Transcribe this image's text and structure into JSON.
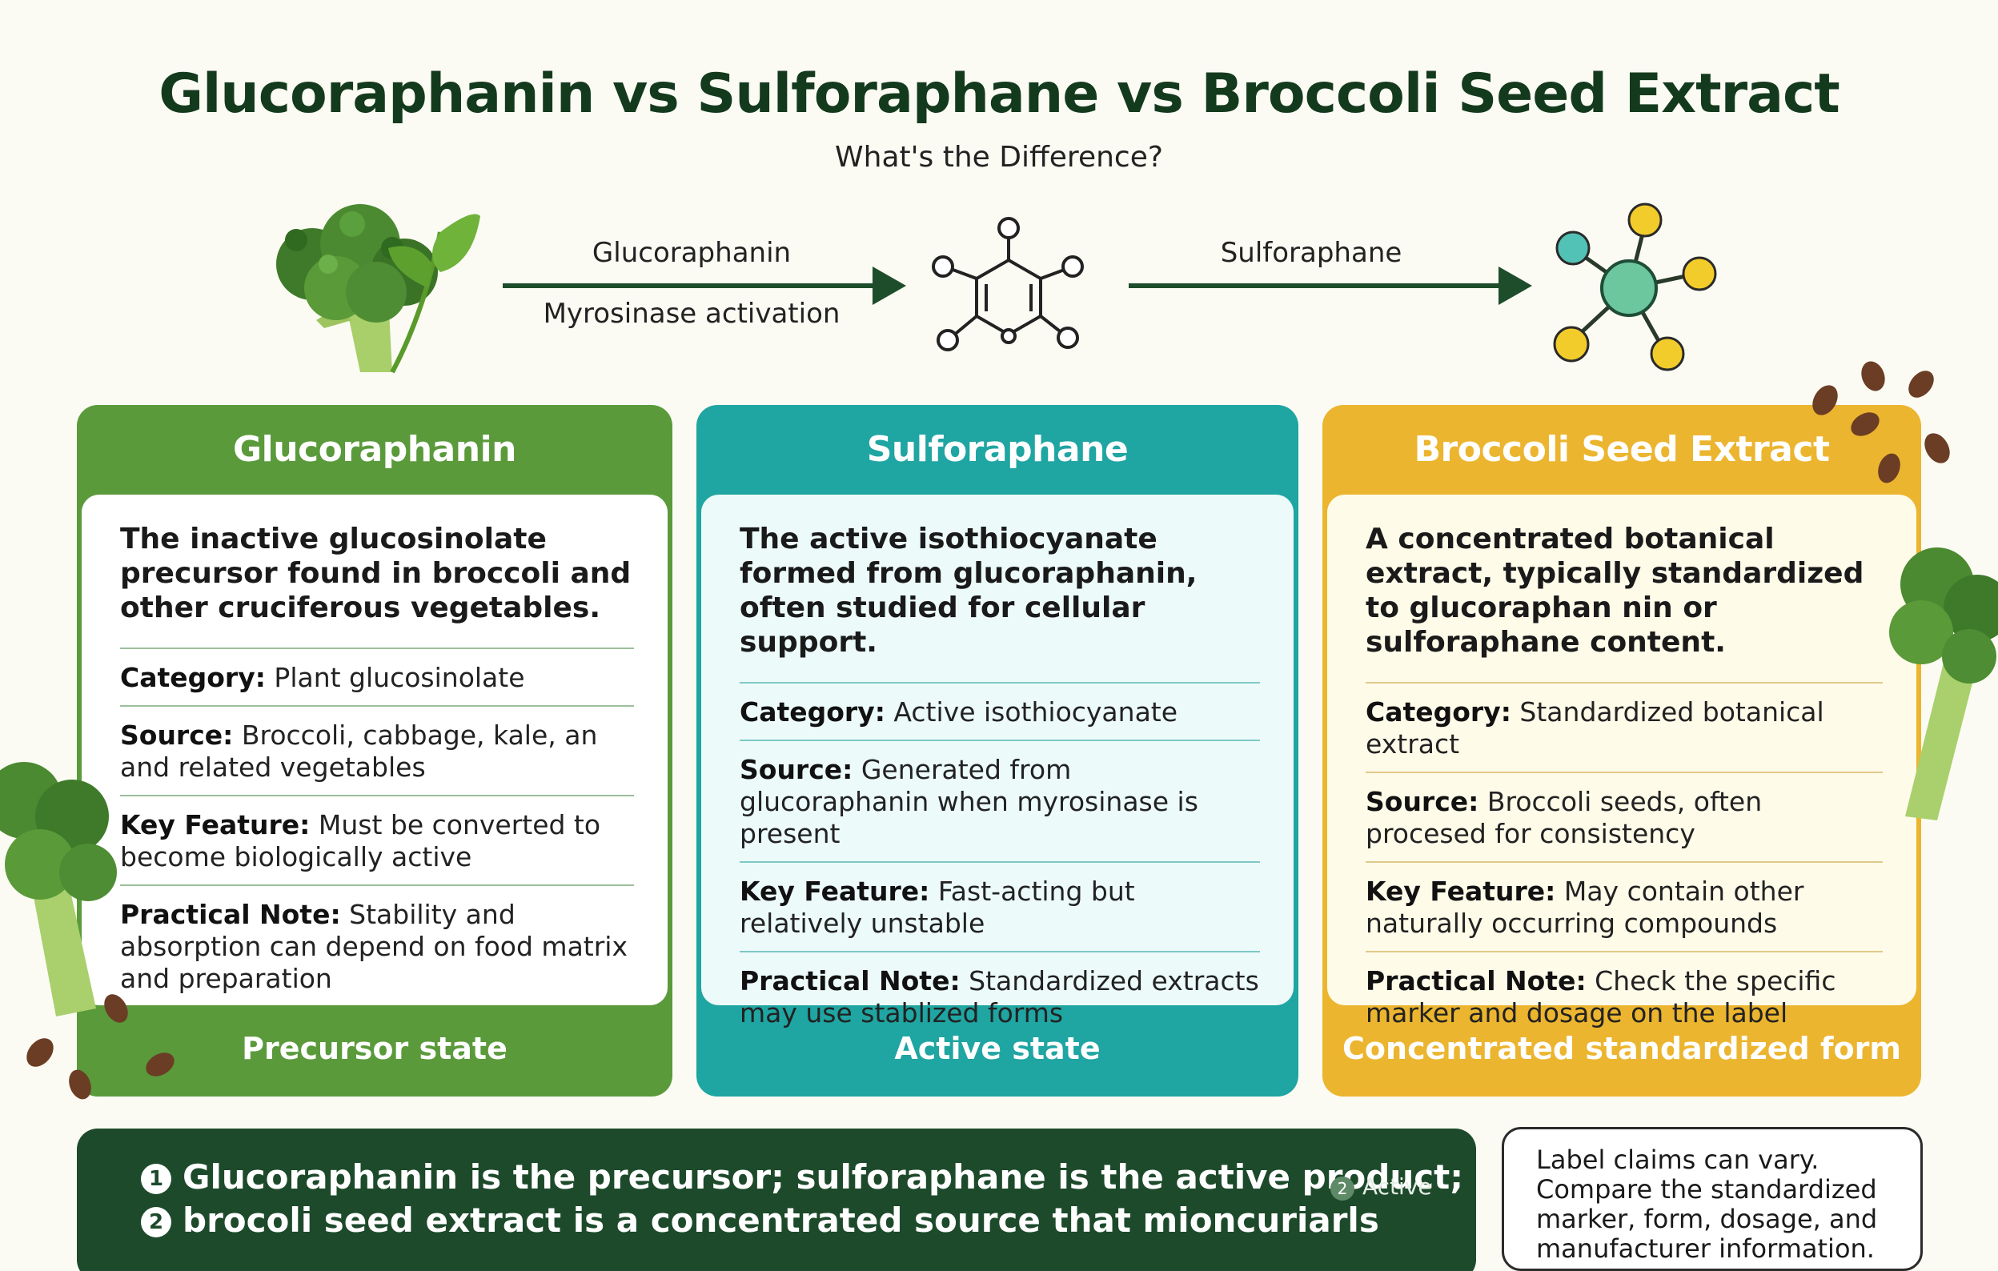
{
  "header": {
    "title": "Glucoraphanin vs Sulforaphane vs Broccoli Seed Extract",
    "subtitle": "What's the Difference?"
  },
  "flow": {
    "step1_label": "Glucoraphanin",
    "step1_sublabel": "Myrosinase activation",
    "step2_label": "Sulforaphane"
  },
  "cards": [
    {
      "title": "Glucoraphanin",
      "intro": "The inactive glucosinolate precursor found in broccoli and other cruciferous vegetables.",
      "rows": [
        {
          "label": "Category:",
          "text": "Plant glucosinolate"
        },
        {
          "label": "Source:",
          "text": "Broccoli, cabbage, kale, an and related vegetables"
        },
        {
          "label": "Key Feature:",
          "text": "Must be converted to become biologically active"
        },
        {
          "label": "Practical Note:",
          "text": "Stability and absorption can depend on food matrix and preparation"
        }
      ],
      "footer": "Precursor state"
    },
    {
      "title": "Sulforaphane",
      "intro": "The active isothiocyanate formed from glucoraphanin, often studied for cellular support.",
      "rows": [
        {
          "label": "Category:",
          "text": "Active isothiocyanate"
        },
        {
          "label": "Source:",
          "text": "Generated from glucoraphanin when myrosinase is present"
        },
        {
          "label": "Key Feature:",
          "text": "Fast-acting but relatively unstable"
        },
        {
          "label": "Practical Note:",
          "text": "Standardized extracts may use stablized forms"
        }
      ],
      "footer": "Active state"
    },
    {
      "title": "Broccoli Seed Extract",
      "intro": "A concentrated botanical extract, typically standardized to glucoraphan nin or sulforaphane content.",
      "rows": [
        {
          "label": "Category:",
          "text": "Standardized botanical extract"
        },
        {
          "label": "Source:",
          "text": "Broccoli seeds, often procesed for consistency"
        },
        {
          "label": "Key Feature:",
          "text": "May contain other naturally occurring compounds"
        },
        {
          "label": "Practical Note:",
          "text": "Check the specific marker and dosage on the label"
        }
      ],
      "footer": "Concentrated standardized form"
    }
  ],
  "banner": {
    "num1": "1",
    "line1": "Glucoraphanin is the precursor; sulforaphane is the active product;",
    "num2": "2",
    "line2": "brocoli seed extract is a concentrated source that mioncuriarls",
    "tag_num": "2",
    "tag_text": "Active"
  },
  "note": {
    "text": "Label claims can vary. Compare the standardized marker, form, dosage, and manufacturer information."
  },
  "colors": {
    "green": "#5a9a3b",
    "teal": "#1fa5a2",
    "gold": "#ecb52f",
    "dark_green": "#1d4a2b"
  },
  "icons": [
    "broccoli-icon",
    "leaf-icon",
    "molecule-ring-icon",
    "molecule-active-icon",
    "seed-icon"
  ]
}
